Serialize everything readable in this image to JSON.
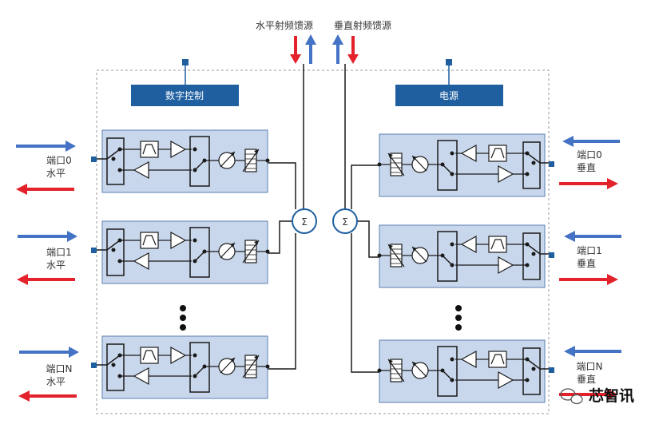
{
  "title_labels": {
    "h_feed": "水平射频馈源",
    "v_feed": "垂直射频馈源"
  },
  "header_boxes": {
    "digital_control": "数字控制",
    "power": "电源"
  },
  "ports_left": [
    {
      "port": "端口0",
      "pol": "水平"
    },
    {
      "port": "端口1",
      "pol": "水平"
    },
    {
      "port": "端口N",
      "pol": "水平"
    }
  ],
  "ports_right": [
    {
      "port": "端口0",
      "pol": "垂直"
    },
    {
      "port": "端口1",
      "pol": "垂直"
    },
    {
      "port": "端口N",
      "pol": "垂直"
    }
  ],
  "combiner_symbol": "Σ",
  "watermark": "芯智讯",
  "colors": {
    "tx_arrow": "#4472c4",
    "rx_arrow": "#e3222b",
    "header_fill": "#1f5fa0",
    "module_fill": "#c9d7ec",
    "line": "#1a1a1a"
  }
}
